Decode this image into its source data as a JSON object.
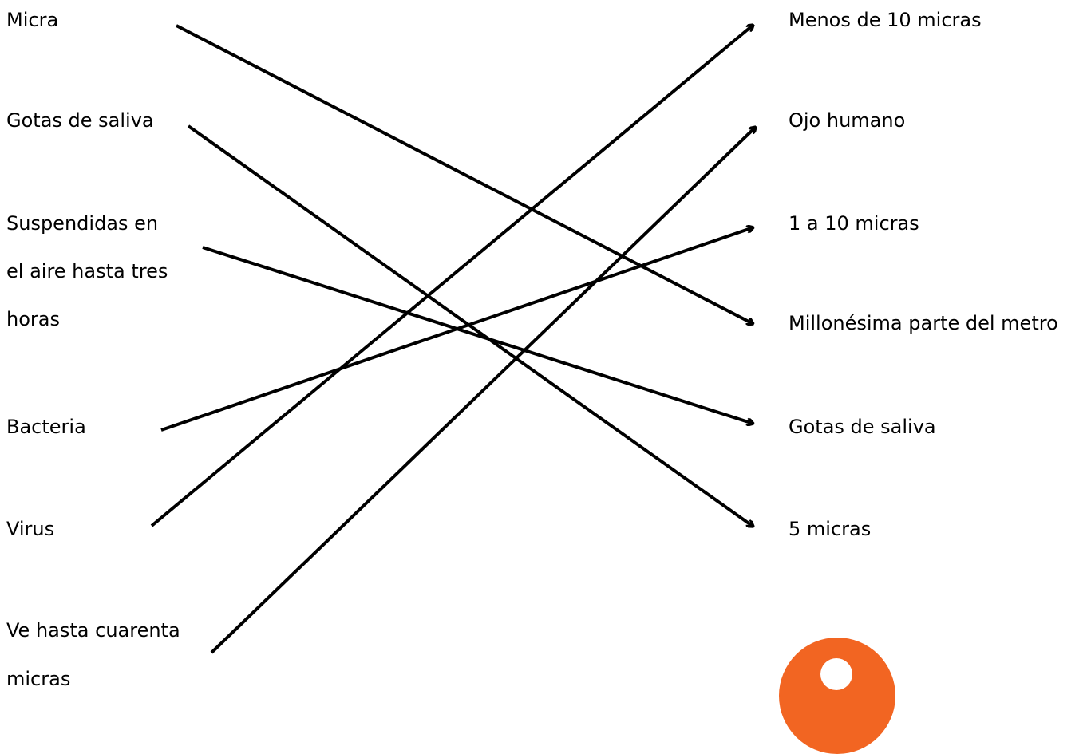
{
  "left_items": [
    {
      "id": "micra",
      "lines": [
        "Micra"
      ]
    },
    {
      "id": "gotas",
      "lines": [
        "Gotas de saliva"
      ]
    },
    {
      "id": "suspendidas",
      "lines": [
        "Suspendidas en",
        "el aire hasta tres",
        "horas"
      ]
    },
    {
      "id": "bacteria",
      "lines": [
        "Bacteria"
      ]
    },
    {
      "id": "virus",
      "lines": [
        "Virus"
      ]
    },
    {
      "id": "ojo",
      "lines": [
        "Ve hasta cuarenta",
        "micras"
      ]
    }
  ],
  "right_items": [
    {
      "id": "menos10",
      "text": "Menos de 10 micras"
    },
    {
      "id": "ojohumano",
      "text": "Ojo humano"
    },
    {
      "id": "uno10",
      "text": "1 a 10 micras"
    },
    {
      "id": "millonesima",
      "text": "Millonésima parte del metro"
    },
    {
      "id": "gotasR",
      "text": "Gotas de saliva"
    },
    {
      "id": "cinco",
      "text": "5 micras"
    }
  ],
  "connections": [
    {
      "from": "micra",
      "to": "millonesima"
    },
    {
      "from": "gotas",
      "to": "cinco"
    },
    {
      "from": "suspendidas",
      "to": "gotasR"
    },
    {
      "from": "bacteria",
      "to": "uno10"
    },
    {
      "from": "virus",
      "to": "menos10"
    },
    {
      "from": "ojo",
      "to": "ojohumano"
    }
  ],
  "colors": {
    "line": "#000000",
    "accent": "#F26522"
  }
}
